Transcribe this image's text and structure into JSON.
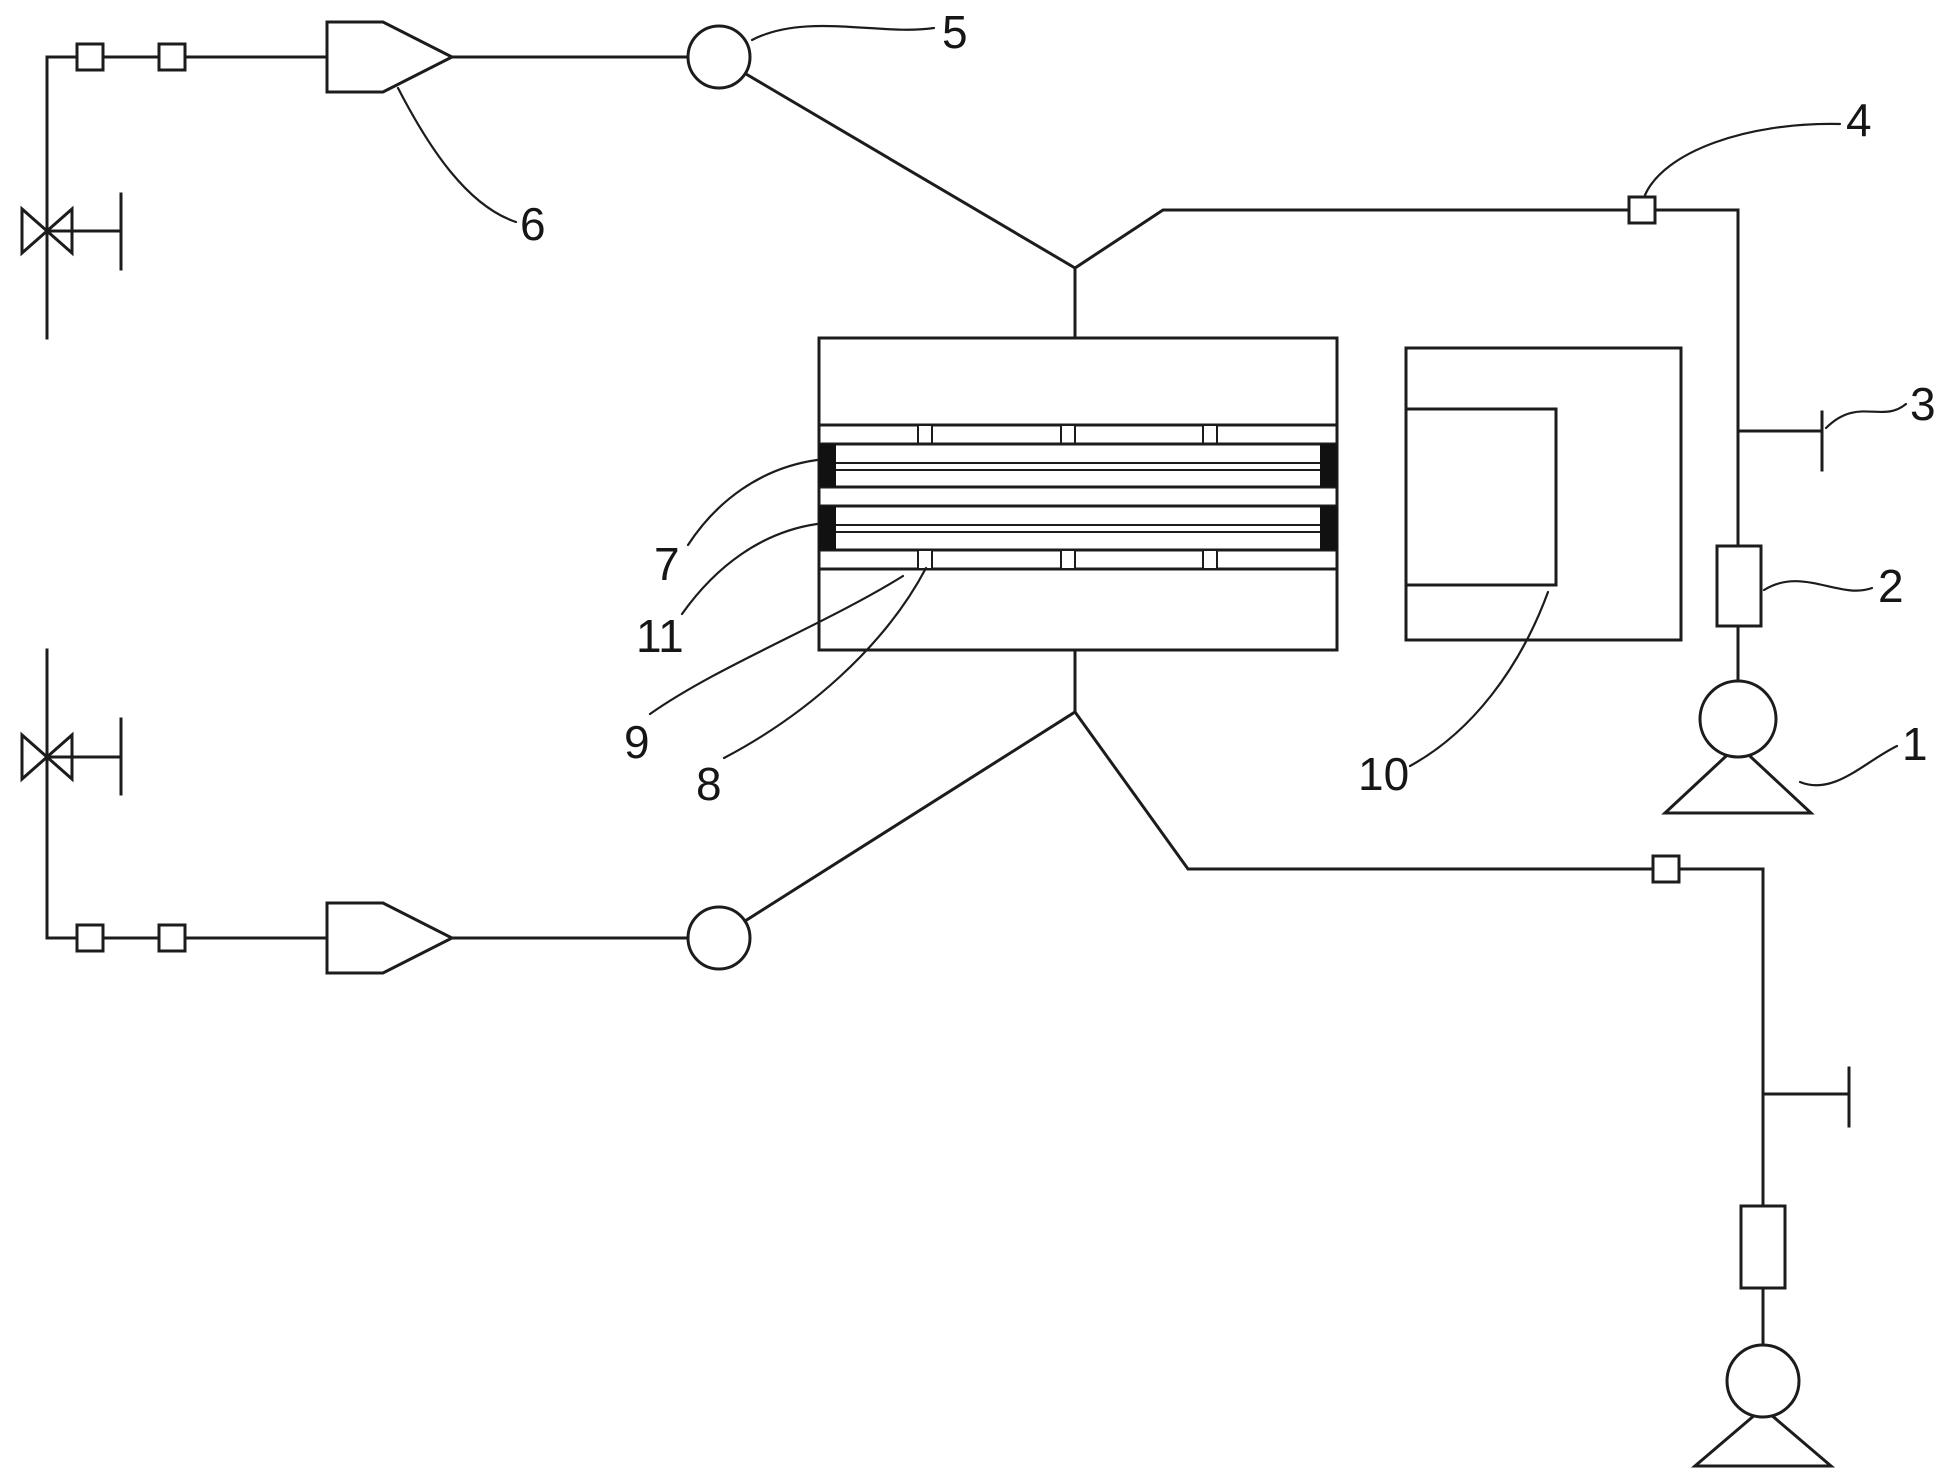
{
  "diagram": {
    "background_color": "#ffffff",
    "line_color": "#1c1c1c",
    "labels": {
      "n1": "1",
      "n2": "2",
      "n3": "3",
      "n4": "4",
      "n5": "5",
      "n6": "6",
      "n7": "7",
      "n8": "8",
      "n9": "9",
      "n10": "10",
      "n11": "11"
    }
  }
}
